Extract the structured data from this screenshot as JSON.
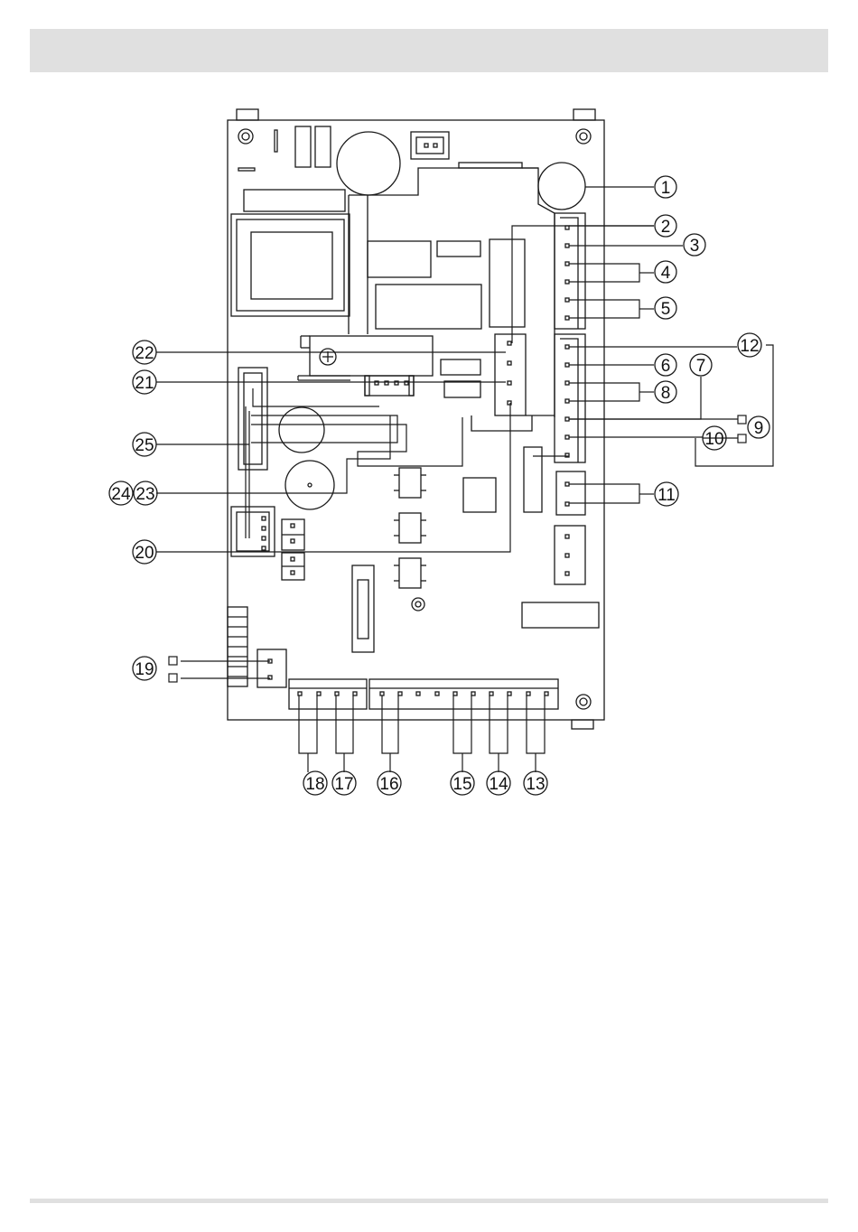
{
  "header": {
    "text": ""
  },
  "diagram": {
    "callouts": [
      "1",
      "2",
      "3",
      "4",
      "5",
      "6",
      "7",
      "8",
      "9",
      "10",
      "11",
      "12",
      "13",
      "14",
      "15",
      "16",
      "17",
      "18",
      "19",
      "20",
      "21",
      "22",
      "23",
      "24",
      "25"
    ]
  },
  "colors": {
    "line": "#1a1a1a",
    "header_bar": "#e0e0e0",
    "background": "#ffffff"
  }
}
